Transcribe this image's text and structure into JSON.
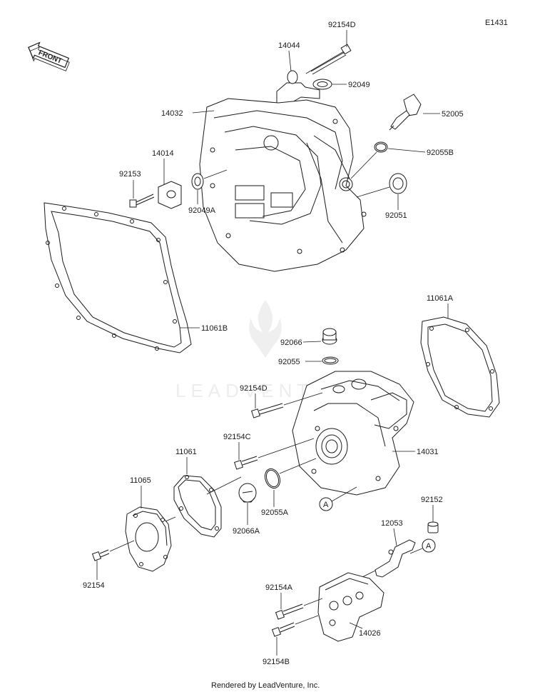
{
  "diagram_id": "E1431",
  "front_label": "FRONT",
  "watermark": "LEADVENTURE",
  "footer": "Rendered by LeadVenture, Inc.",
  "reference_marker": "A",
  "parts": {
    "p92154D_top": "92154D",
    "p14044": "14044",
    "p92049": "92049",
    "p14032": "14032",
    "p52005": "52005",
    "p92055B": "92055B",
    "p14014": "14014",
    "p92153": "92153",
    "p92049A": "92049A",
    "p92051": "92051",
    "p11061B": "11061B",
    "p11061A": "11061A",
    "p92066": "92066",
    "p92055": "92055",
    "p92154D_mid": "92154D",
    "p92154C": "92154C",
    "p14031": "14031",
    "p11061": "11061",
    "p11065": "11065",
    "p92055A": "92055A",
    "p92066A": "92066A",
    "p92152": "92152",
    "p12053": "12053",
    "p92154": "92154",
    "p92154A": "92154A",
    "p14026": "14026",
    "p92154B": "92154B"
  }
}
